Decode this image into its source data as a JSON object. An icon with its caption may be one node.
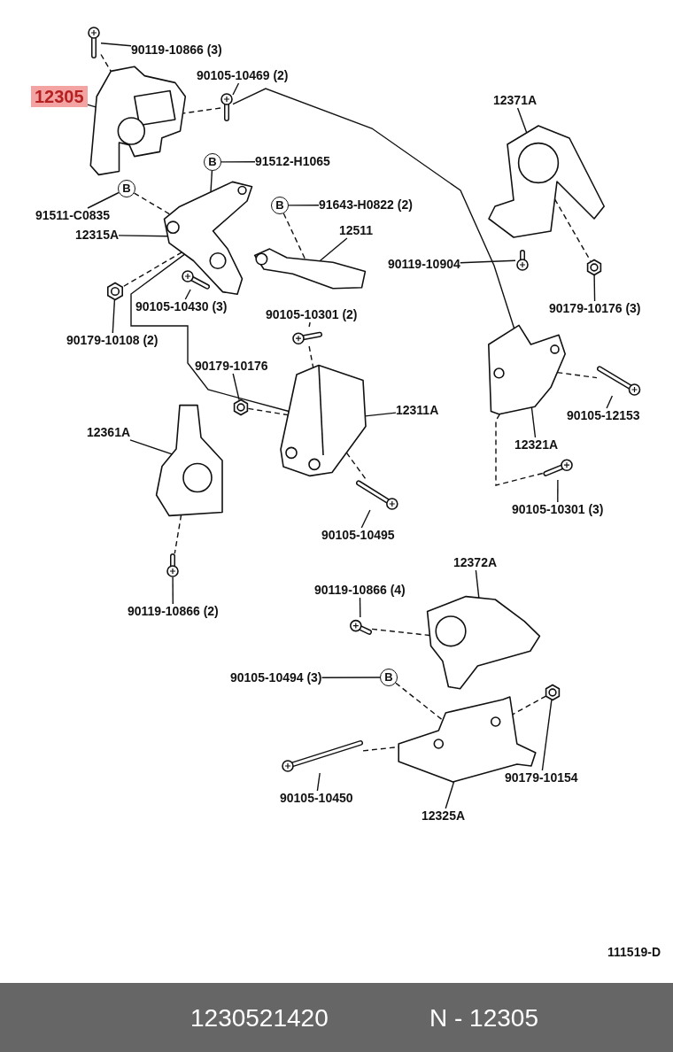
{
  "diagram": {
    "nodes": [
      {
        "text": [
          "12305"
        ]
      },
      {
        "text": [
          "90119-10866 (3)"
        ]
      },
      {
        "text": [],
        "shape": "picture"
      },
      {
        "text": [
          "90105-10469 (2)"
        ]
      },
      {
        "text": [],
        "shape": "picture"
      },
      {
        "text": [],
        "shape": "picture"
      },
      {
        "text": [
          "12371A"
        ]
      },
      {
        "text": [],
        "shape": "picture"
      },
      {
        "text": [
          "91512-H1065"
        ]
      },
      {
        "text": [
          "B"
        ]
      },
      {
        "text": [
          "91511-C0835"
        ]
      },
      {
        "text": [
          "B"
        ]
      },
      {
        "text": [
          "12315A"
        ]
      },
      {
        "text": [],
        "shape": "picture"
      },
      {
        "text": [
          "91643-H0822 (2)"
        ]
      },
      {
        "text": [
          "B"
        ]
      },
      {
        "text": [
          "12511"
        ]
      },
      {
        "text": [],
        "shape": "picture"
      },
      {
        "text": [
          "90119-10904"
        ]
      },
      {
        "text": [],
        "shape": "picture"
      },
      {
        "text": [],
        "shape": "picture"
      },
      {
        "text": [
          "90179-10176 (3)"
        ]
      },
      {
        "text": [],
        "shape": "picture"
      },
      {
        "text": [],
        "shape": "picture"
      },
      {
        "text": [
          "90105-10430 (3)"
        ]
      },
      {
        "text": [
          "90105-10301 (2)"
        ]
      },
      {
        "text": [
          "90179-10108 (2)"
        ]
      },
      {
        "text": [],
        "shape": "picture"
      },
      {
        "text": [],
        "shape": "picture"
      },
      {
        "text": [
          "90179-10176"
        ]
      },
      {
        "text": [],
        "shape": "picture"
      },
      {
        "text": [],
        "shape": "picture"
      },
      {
        "text": [],
        "shape": "picture"
      },
      {
        "text": [
          "12311A"
        ]
      },
      {
        "text": [
          "12361A"
        ]
      },
      {
        "text": [],
        "shape": "picture"
      },
      {
        "text": [
          "90105-12153"
        ]
      },
      {
        "text": [
          "12321A"
        ]
      },
      {
        "text": [],
        "shape": "picture"
      },
      {
        "text": [],
        "shape": "picture"
      },
      {
        "text": [
          "90105-10301 (3)"
        ]
      },
      {
        "text": [
          "90105-10495"
        ]
      },
      {
        "text": [],
        "shape": "picture"
      },
      {
        "text": [
          "12372A"
        ]
      },
      {
        "text": [
          "90119-10866 (4)"
        ]
      },
      {
        "text": [
          "90119-10866 (2)"
        ]
      },
      {
        "text": [],
        "shape": "picture"
      },
      {
        "text": [],
        "shape": "picture"
      },
      {
        "text": [
          "90105-10494 (3)"
        ]
      },
      {
        "text": [
          "B"
        ]
      },
      {
        "text": [],
        "shape": "picture"
      },
      {
        "text": [],
        "shape": "picture"
      },
      {
        "text": [],
        "shape": "picture"
      },
      {
        "text": [
          "90179-10154"
        ]
      },
      {
        "text": [
          "90105-10450"
        ]
      },
      {
        "text": [
          "12325A"
        ]
      }
    ],
    "edges": [
      {
        "from": 0,
        "to": 4,
        "arrow": "none"
      },
      {
        "from": 1,
        "to": 2,
        "arrow": "none"
      },
      {
        "from": 2,
        "to": 4,
        "arrow": "none",
        "style": "dashed"
      },
      {
        "from": 3,
        "to": 5,
        "arrow": "none"
      },
      {
        "from": 5,
        "to": 4,
        "arrow": "none",
        "style": "dashed"
      },
      {
        "from": 5,
        "to": 27,
        "arrow": "none"
      },
      {
        "from": 6,
        "to": 7,
        "arrow": "none"
      },
      {
        "from": 8,
        "to": 9,
        "arrow": "none"
      },
      {
        "from": 9,
        "to": 13,
        "arrow": "none"
      },
      {
        "from": 10,
        "to": 11,
        "arrow": "none"
      },
      {
        "from": 11,
        "to": 13,
        "arrow": "none",
        "style": "dashed"
      },
      {
        "from": 12,
        "to": 13,
        "arrow": "none"
      },
      {
        "from": 13,
        "to": 23,
        "arrow": "none",
        "style": "dashed"
      },
      {
        "from": 13,
        "to": 30,
        "arrow": "none"
      },
      {
        "from": 14,
        "to": 15,
        "arrow": "none"
      },
      {
        "from": 15,
        "to": 17,
        "arrow": "none",
        "style": "dashed"
      },
      {
        "from": 16,
        "to": 17,
        "arrow": "none"
      },
      {
        "from": 18,
        "to": 19,
        "arrow": "none"
      },
      {
        "from": 7,
        "to": 20,
        "arrow": "none",
        "style": "dashed"
      },
      {
        "from": 21,
        "to": 20,
        "arrow": "none"
      },
      {
        "from": 24,
        "to": 22,
        "arrow": "none"
      },
      {
        "from": 26,
        "to": 23,
        "arrow": "none"
      },
      {
        "from": 25,
        "to": 28,
        "arrow": "none"
      },
      {
        "from": 28,
        "to": 30,
        "arrow": "none",
        "style": "dashed"
      },
      {
        "from": 29,
        "to": 32,
        "arrow": "none"
      },
      {
        "from": 32,
        "to": 30,
        "arrow": "none",
        "style": "dashed"
      },
      {
        "from": 33,
        "to": 30,
        "arrow": "none"
      },
      {
        "from": 30,
        "to": 39,
        "arrow": "none",
        "style": "dashed"
      },
      {
        "from": 34,
        "to": 35,
        "arrow": "none"
      },
      {
        "from": 35,
        "to": 42,
        "arrow": "none",
        "style": "dashed"
      },
      {
        "from": 36,
        "to": 31,
        "arrow": "none"
      },
      {
        "from": 27,
        "to": 31,
        "arrow": "none",
        "style": "dashed"
      },
      {
        "from": 37,
        "to": 27,
        "arrow": "none"
      },
      {
        "from": 27,
        "to": 38,
        "arrow": "none",
        "style": "dashed"
      },
      {
        "from": 41,
        "to": 39,
        "arrow": "none"
      },
      {
        "from": 40,
        "to": 38,
        "arrow": "none"
      },
      {
        "from": 45,
        "to": 42,
        "arrow": "none"
      },
      {
        "from": 43,
        "to": 46,
        "arrow": "none"
      },
      {
        "from": 44,
        "to": 47,
        "arrow": "none"
      },
      {
        "from": 47,
        "to": 46,
        "arrow": "none",
        "style": "dashed"
      },
      {
        "from": 48,
        "to": 49,
        "arrow": "none"
      },
      {
        "from": 49,
        "to": 51,
        "arrow": "none",
        "style": "dashed"
      },
      {
        "from": 52,
        "to": 51,
        "arrow": "none",
        "style": "dashed"
      },
      {
        "from": 50,
        "to": 51,
        "arrow": "none",
        "style": "dashed"
      },
      {
        "from": 54,
        "to": 52,
        "arrow": "none"
      },
      {
        "from": 53,
        "to": 50,
        "arrow": "none"
      },
      {
        "from": 55,
        "to": 51,
        "arrow": "none"
      }
    ],
    "labels": [
      "111519-D",
      "1230521420",
      "N - 12305"
    ]
  }
}
